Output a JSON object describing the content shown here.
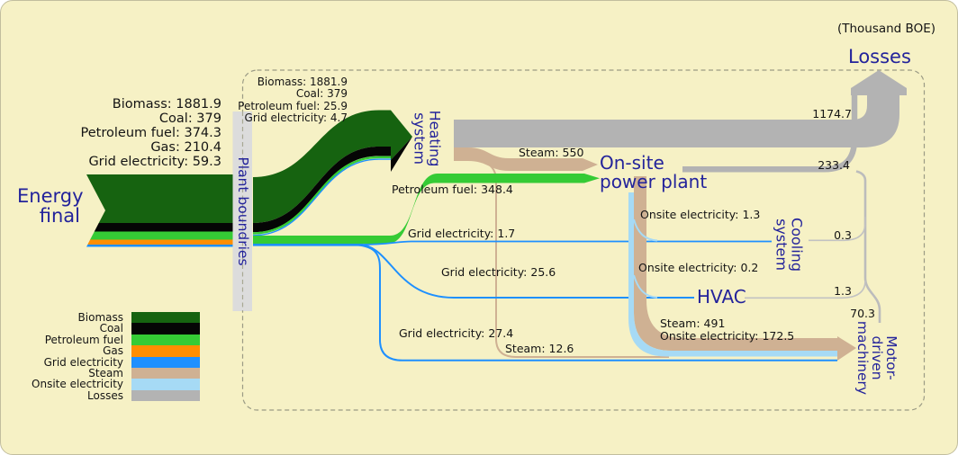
{
  "unit_note": "(Thousand BOE)",
  "colors": {
    "background": "#f6f1c5",
    "node_text": "#23239b",
    "biomass": "#166310",
    "coal": "#050505",
    "petroleum_fuel": "#35cb35",
    "gas": "#ff8e01",
    "grid_electricity": "#1e90ff",
    "steam": "#cfb193",
    "onsite_electricity": "#a6daf5",
    "losses": "#b3b3b3"
  },
  "nodes": {
    "energy_final": "Energy\nfinal",
    "plant_boundaries": "Plant boundries",
    "heating_system": "Heating\nsystem",
    "onsite_power_plant": "On-site\npower plant",
    "cooling_system": "Cooling\nsystem",
    "hvac": "HVAC",
    "motor_driven_machinery": "Motor-\ndriven\nmachinery",
    "losses": "Losses"
  },
  "input_labels": [
    "Biomass: 1881.9",
    "Coal: 379",
    "Petroleum fuel: 374.3",
    "Gas: 210.4",
    "Grid electricity: 59.3"
  ],
  "boundary_labels": [
    "Biomass: 1881.9",
    "Coal: 379",
    "Petroleum fuel: 25.9",
    "Grid electricity: 4.7"
  ],
  "flow_labels": {
    "steam_550": "Steam: 550",
    "petroleum_348": "Petroleum fuel: 348.4",
    "grid_1_7": "Grid electricity: 1.7",
    "grid_25_6": "Grid electricity: 25.6",
    "grid_27_4": "Grid electricity: 27.4",
    "steam_12_6": "Steam: 12.6",
    "onsite_1_3": "Onsite electricity: 1.3",
    "onsite_0_2": "Onsite electricity: 0.2",
    "steam_491": "Steam: 491",
    "onsite_172_5": "Onsite electricity: 172.5"
  },
  "loss_values": {
    "heating": "1174.7",
    "onsite": "233.4",
    "cooling": "0.3",
    "hvac": "1.3",
    "motor": "70.3"
  },
  "legend": {
    "items": [
      {
        "label": "Biomass",
        "color": "#166310"
      },
      {
        "label": "Coal",
        "color": "#050505"
      },
      {
        "label": "Petroleum fuel",
        "color": "#35cb35"
      },
      {
        "label": "Gas",
        "color": "#ff8e01"
      },
      {
        "label": "Grid electricity",
        "color": "#1e90ff"
      },
      {
        "label": "Steam",
        "color": "#cfb193"
      },
      {
        "label": "Onsite electricity",
        "color": "#a6daf5"
      },
      {
        "label": "Losses",
        "color": "#b3b3b3"
      }
    ]
  },
  "chart_data": {
    "type": "sankey",
    "unit": "Thousand BOE",
    "nodes": [
      "Energy final",
      "Plant boundries",
      "Heating system",
      "On-site power plant",
      "Cooling system",
      "HVAC",
      "Motor-driven machinery",
      "Losses"
    ],
    "links": [
      {
        "source": "Energy final",
        "target": "Plant boundries",
        "flow": "Biomass",
        "value": 1881.9
      },
      {
        "source": "Energy final",
        "target": "Plant boundries",
        "flow": "Coal",
        "value": 379
      },
      {
        "source": "Energy final",
        "target": "Plant boundries",
        "flow": "Petroleum fuel",
        "value": 374.3
      },
      {
        "source": "Energy final",
        "target": "Plant boundries",
        "flow": "Gas",
        "value": 210.4
      },
      {
        "source": "Energy final",
        "target": "Plant boundries",
        "flow": "Grid electricity",
        "value": 59.3
      },
      {
        "source": "Plant boundries",
        "target": "Heating system",
        "flow": "Biomass",
        "value": 1881.9
      },
      {
        "source": "Plant boundries",
        "target": "Heating system",
        "flow": "Coal",
        "value": 379
      },
      {
        "source": "Plant boundries",
        "target": "Heating system",
        "flow": "Petroleum fuel",
        "value": 25.9
      },
      {
        "source": "Plant boundries",
        "target": "Heating system",
        "flow": "Grid electricity",
        "value": 4.7
      },
      {
        "source": "Plant boundries",
        "target": "On-site power plant",
        "flow": "Petroleum fuel",
        "value": 348.4
      },
      {
        "source": "Plant boundries",
        "target": "Cooling system",
        "flow": "Grid electricity",
        "value": 1.7
      },
      {
        "source": "Plant boundries",
        "target": "HVAC",
        "flow": "Grid electricity",
        "value": 25.6
      },
      {
        "source": "Plant boundries",
        "target": "Motor-driven machinery",
        "flow": "Grid electricity",
        "value": 27.4
      },
      {
        "source": "Heating system",
        "target": "Losses",
        "flow": "Losses",
        "value": 1174.7
      },
      {
        "source": "Heating system",
        "target": "On-site power plant",
        "flow": "Steam",
        "value": 550
      },
      {
        "source": "Heating system",
        "target": "Motor-driven machinery",
        "flow": "Steam",
        "value": 12.6
      },
      {
        "source": "On-site power plant",
        "target": "Losses",
        "flow": "Losses",
        "value": 233.4
      },
      {
        "source": "On-site power plant",
        "target": "Cooling system",
        "flow": "Onsite electricity",
        "value": 1.3
      },
      {
        "source": "On-site power plant",
        "target": "HVAC",
        "flow": "Onsite electricity",
        "value": 0.2
      },
      {
        "source": "On-site power plant",
        "target": "Motor-driven machinery",
        "flow": "Steam",
        "value": 491
      },
      {
        "source": "On-site power plant",
        "target": "Motor-driven machinery",
        "flow": "Onsite electricity",
        "value": 172.5
      },
      {
        "source": "Cooling system",
        "target": "Losses",
        "flow": "Losses",
        "value": 0.3
      },
      {
        "source": "HVAC",
        "target": "Losses",
        "flow": "Losses",
        "value": 1.3
      },
      {
        "source": "Motor-driven machinery",
        "target": "Losses",
        "flow": "Losses",
        "value": 70.3
      }
    ]
  }
}
